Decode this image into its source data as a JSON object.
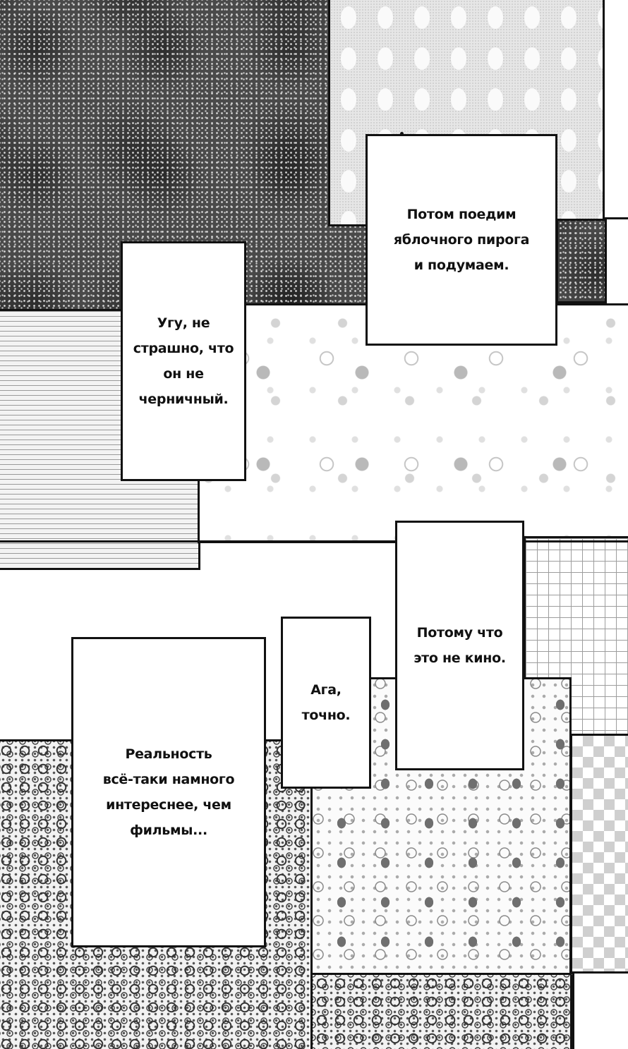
{
  "bubbles": {
    "apple_pie": "Потом поедим\nяблочного пирога\nи подумаем.",
    "not_blueberry": "Угу, не\nстрашно, что\nон не черничный.",
    "not_movie": "Потому что\nэто не кино.",
    "agree": "Ага,\nточно.",
    "reality": "Реальность\nвсё-таки намного\nинтереснее, чем\nфильмы..."
  }
}
